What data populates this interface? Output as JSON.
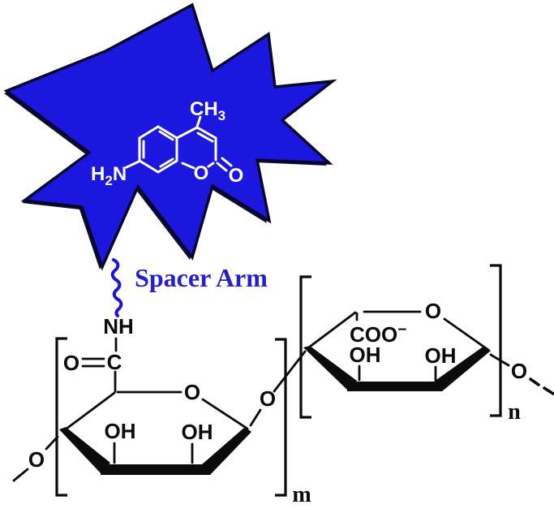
{
  "colors": {
    "star_fill": "#1c17df",
    "star_outline": "#070726",
    "star_shadow": "#0d0b38",
    "spacer_text": "#2321cc",
    "squiggle": "#1b13d4",
    "structure_white": "#ffffff",
    "structure_black": "#0b0b0b"
  },
  "fluorophore": {
    "shape": "starburst",
    "methyl_main": "CH",
    "methyl_sub": "3",
    "amine_h": "H",
    "amine_sub": "2",
    "amine_n": "N",
    "ring_oxygen": "O",
    "carbonyl_oxygen": "O"
  },
  "spacer": {
    "label": "Spacer Arm"
  },
  "polymer": {
    "amide_nh": "NH",
    "amide_c": "C",
    "amide_o": "O",
    "left_ring_o": "O",
    "left_oh_1": "OH",
    "left_oh_2": "OH",
    "left_exo_o": "O",
    "glycosidic_o": "O",
    "carboxylate_main": "COO",
    "carboxylate_charge": "−",
    "right_ring_o": "O",
    "right_oh_1": "OH",
    "right_oh_2": "OH",
    "right_exo_o": "O",
    "repeat_m": "m",
    "repeat_n": "n"
  }
}
